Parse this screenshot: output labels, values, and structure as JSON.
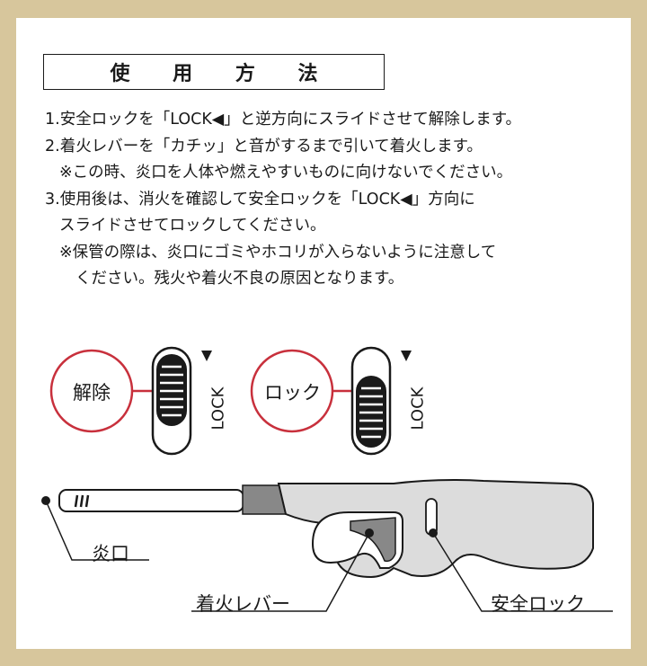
{
  "title": "使 用 方 法",
  "instructions": [
    "1.安全ロックを「LOCK◀」と逆方向にスライドさせて解除します。",
    "2.着火レバーを「カチッ」と音がするまで引いて着火します。",
    "※この時、炎口を人体や燃えやすいものに向けないでください。",
    "3.使用後は、消火を確認して安全ロックを「LOCK◀」方向に",
    "スライドさせてロックしてください。",
    "※保管の際は、炎口にゴミやホコリが入らないように注意して",
    "ください。残火や着火不良の原因となります。"
  ],
  "switch_diagram": {
    "unlock_label": "解除",
    "lock_label": "ロック",
    "lock_text": "LOCK",
    "arrow_glyph": "▼"
  },
  "lighter_labels": {
    "nozzle": "炎口",
    "trigger": "着火レバー",
    "safety_lock": "安全ロック"
  },
  "colors": {
    "frame": "#d7c69c",
    "accent_red": "#c8303c",
    "lighter_body": "#dcdcdc",
    "lighter_dark": "#888888"
  }
}
